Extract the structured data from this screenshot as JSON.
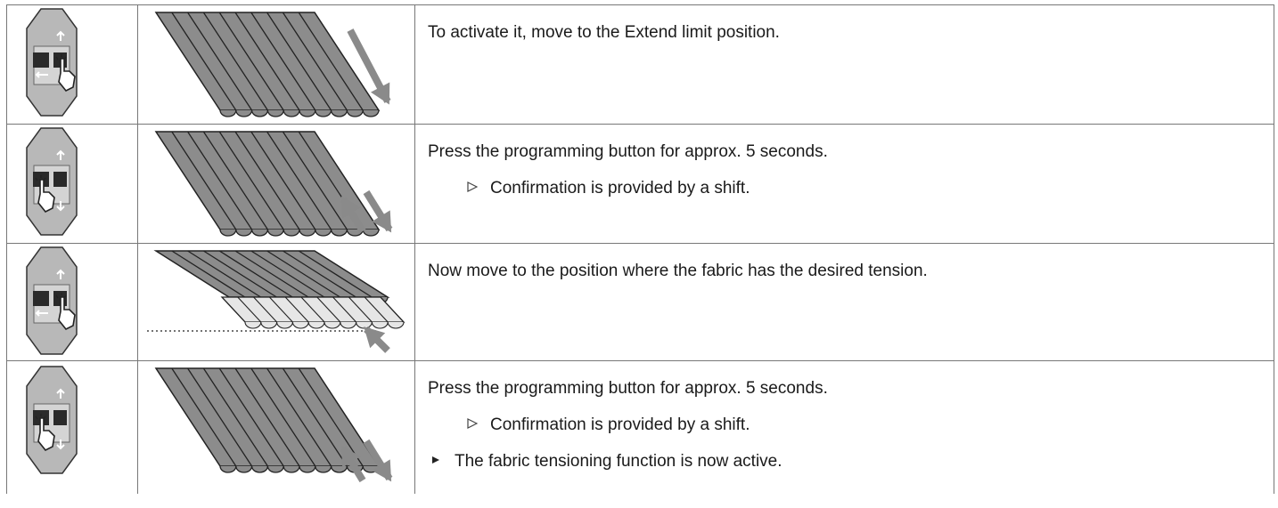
{
  "steps": [
    {
      "remote": "right-button-pressed",
      "awning": "extended",
      "arrows": "down",
      "text": "To activate it, move to the Extend limit position."
    },
    {
      "remote": "left-button-pressed",
      "awning": "extended",
      "arrows": "shift-up-down",
      "text": "Press the programming button for approx. 5 seconds.",
      "result": "Confirmation is provided by a shift."
    },
    {
      "remote": "right-button-pressed",
      "awning": "tensioned-with-dotted-line",
      "arrows": "up",
      "text": "Now move to the position where the fabric has the desired tension."
    },
    {
      "remote": "left-button-pressed",
      "awning": "extended",
      "arrows": "shift-up-down",
      "text": "Press the programming button for approx. 5 seconds.",
      "result": "Confirmation is provided by a shift.",
      "final": "The fabric tensioning function is now active."
    }
  ],
  "colors": {
    "fabric": "#8c8c8c",
    "arrow": "#8a8a8a",
    "remote_body": "#b8b8b8",
    "border": "#777777"
  },
  "icons": {
    "result": "triangle-outline-icon",
    "final": "triangle-filled-icon",
    "hand": "pointing-hand-icon"
  }
}
